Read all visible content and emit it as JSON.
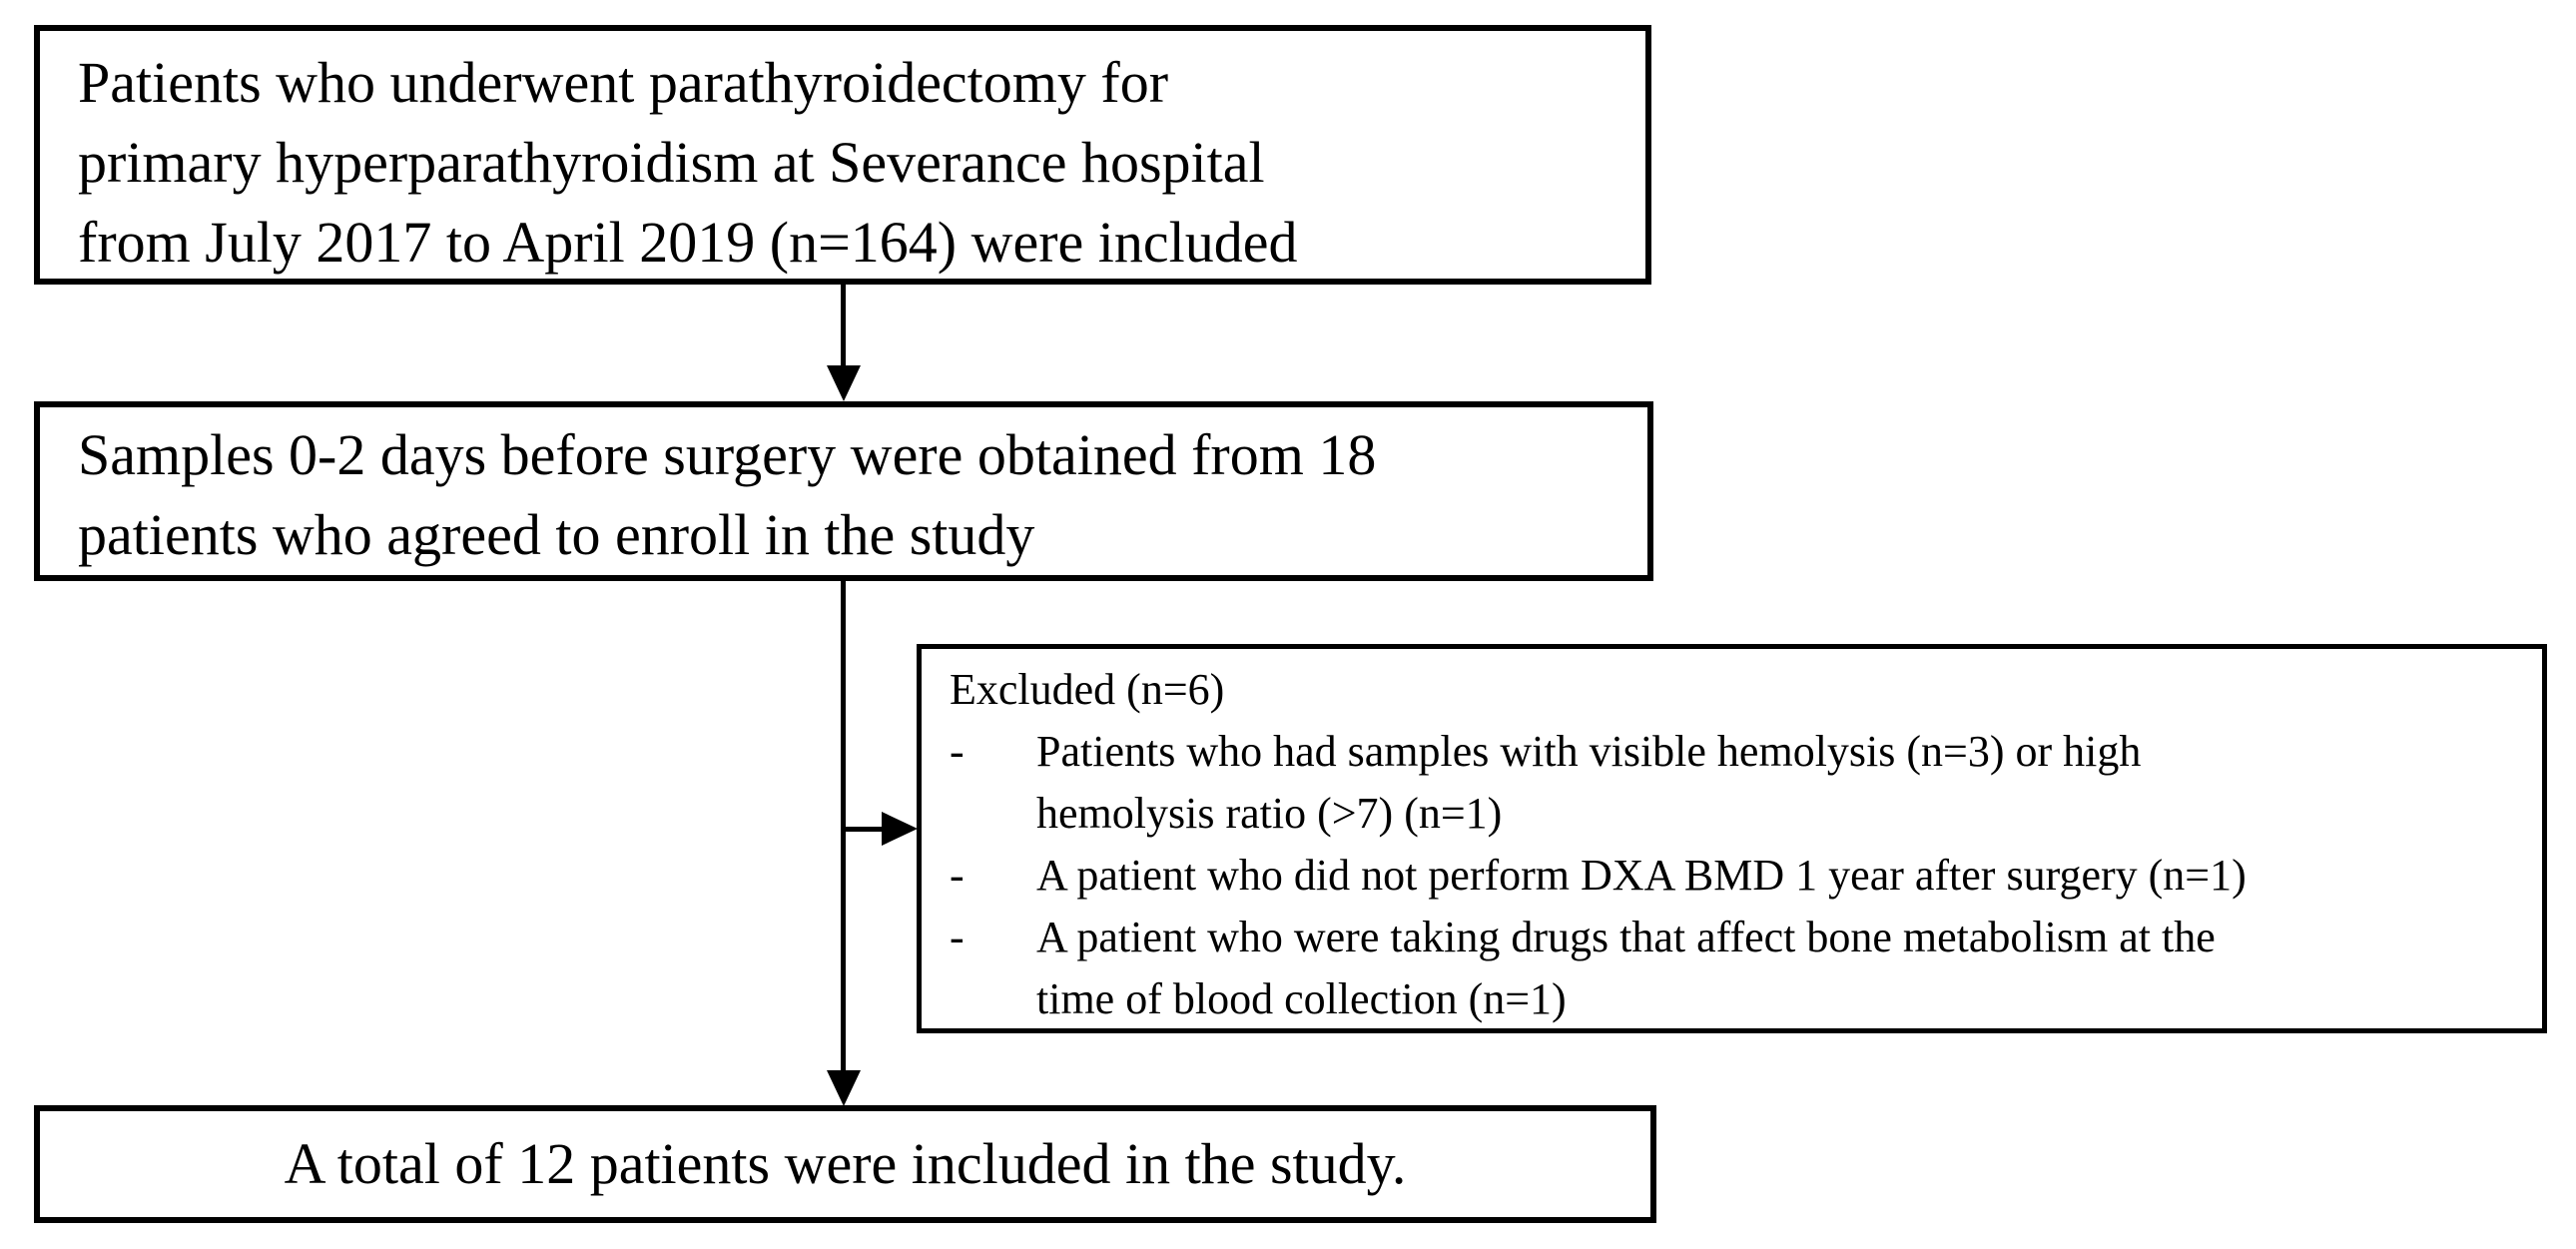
{
  "figure": {
    "type": "patient-flow-diagram",
    "colors": {
      "line": "#000000",
      "text": "#000000",
      "background": "#ffffff"
    },
    "boxes": {
      "included": {
        "lines": [
          "Patients who underwent parathyroidectomy for",
          "primary hyperparathyroidism at Severance hospital",
          "from July 2017 to April 2019 (n=164) were included"
        ]
      },
      "samples": {
        "lines": [
          "Samples 0-2 days before surgery were obtained from 18",
          "patients who agreed to enroll in the study"
        ]
      },
      "excluded": {
        "title": "Excluded (n=6)",
        "bullet_char": "-",
        "items": [
          {
            "lines": [
              "Patients who had samples with visible hemolysis (n=3) or high",
              "hemolysis ratio (>7) (n=1)"
            ]
          },
          {
            "lines": [
              "A patient who did not perform DXA BMD 1 year after surgery (n=1)"
            ]
          },
          {
            "lines": [
              "A patient who were taking drugs that affect bone metabolism at the",
              "time of blood collection (n=1)"
            ]
          }
        ]
      },
      "final": {
        "text": "A total of 12 patients were included in the study."
      }
    }
  }
}
